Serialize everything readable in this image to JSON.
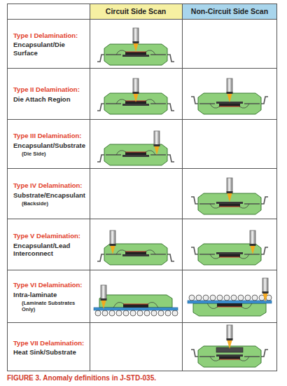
{
  "diagram": {
    "caption": "FIGURE 3. Anomaly definitions in J-STD-035.",
    "labels": [
      "Circuit Side Scan",
      "Non-Circuit Side Scan",
      "Type I Delamination:",
      "Encapsulant/Die Surface",
      "Type II Delamination:",
      "Die Attach Region",
      "Type III Delamination:",
      "Encapsulant/Substrate",
      "(Die Side)",
      "Type IV Delamination:",
      "Substrate/Encapsulant",
      "(Backside)",
      "Type V Delamination:",
      "Encapsulant/Lead Interconnect",
      "Type VI Delamination:",
      "Intra-laminate",
      "(Laminate Substrates Only)",
      "Type VII Delamination:",
      "Heat Sink/Substrate"
    ]
  }
}
